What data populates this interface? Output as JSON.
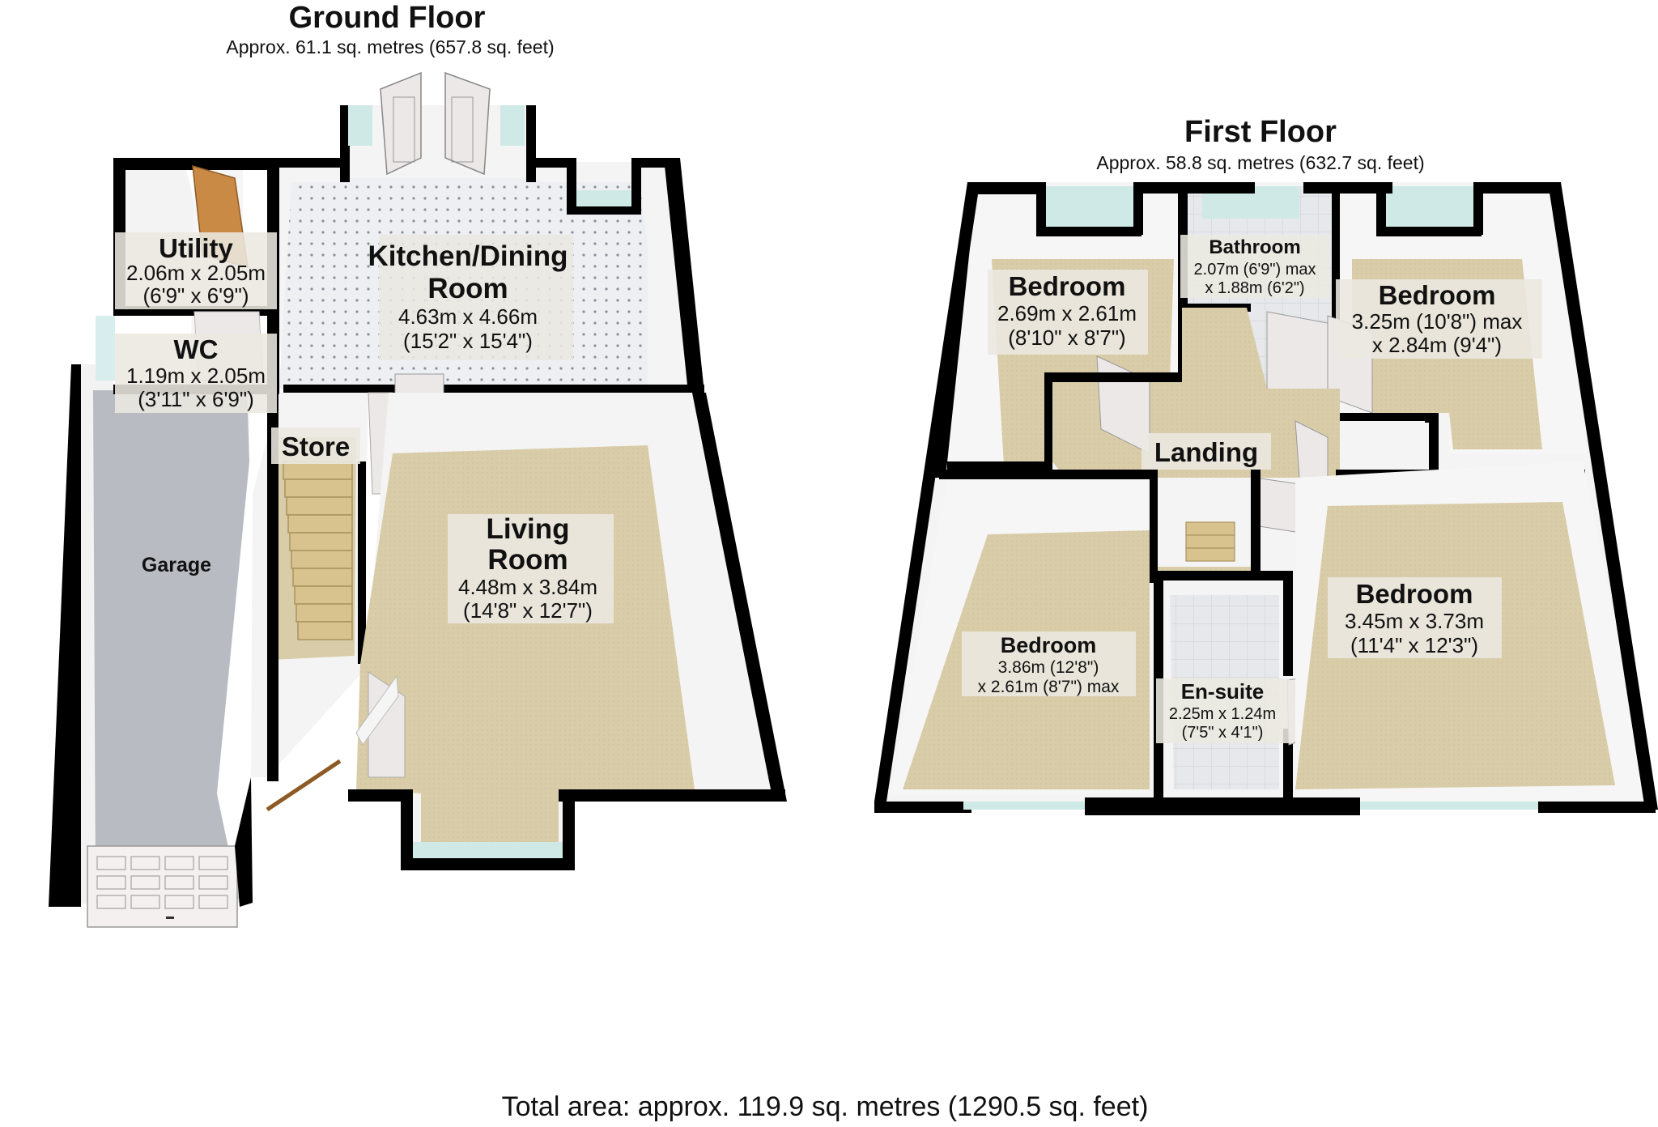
{
  "ground_floor": {
    "title": "Ground Floor",
    "area": "Approx. 61.1 sq. metres (657.8 sq. feet)",
    "rooms": {
      "utility": {
        "name": "Utility",
        "dim1": "2.06m x 2.05m",
        "dim2": "(6'9\" x 6'9\")"
      },
      "wc": {
        "name": "WC",
        "dim1": "1.19m x 2.05m",
        "dim2": "(3'11\" x 6'9\")"
      },
      "kitchen": {
        "name1": "Kitchen/Dining",
        "name2": "Room",
        "dim1": "4.63m x 4.66m",
        "dim2": "(15'2\" x 15'4\")"
      },
      "store": {
        "name": "Store"
      },
      "garage": {
        "name": "Garage"
      },
      "living": {
        "name1": "Living",
        "name2": "Room",
        "dim1": "4.48m x 3.84m",
        "dim2": "(14'8\" x 12'7\")"
      }
    }
  },
  "first_floor": {
    "title": "First Floor",
    "area": "Approx. 58.8 sq. metres (632.7 sq. feet)",
    "rooms": {
      "bedroom_nw": {
        "name": "Bedroom",
        "dim1": "2.69m x 2.61m",
        "dim2": "(8'10\" x 8'7\")"
      },
      "bathroom": {
        "name": "Bathroom",
        "dim1": "2.07m (6'9\") max",
        "dim2": "x 1.88m (6'2\")"
      },
      "bedroom_ne": {
        "name": "Bedroom",
        "dim1": "3.25m (10'8\") max",
        "dim2": "x 2.84m (9'4\")"
      },
      "landing": {
        "name": "Landing"
      },
      "bedroom_sw": {
        "name": "Bedroom",
        "dim1": "3.86m (12'8\")",
        "dim2": "x 2.61m (8'7\") max"
      },
      "ensuite": {
        "name": "En-suite",
        "dim1": "2.25m x 1.24m",
        "dim2": "(7'5\" x 4'1\")"
      },
      "bedroom_se": {
        "name": "Bedroom",
        "dim1": "3.45m x 3.73m",
        "dim2": "(11'4\" x 12'3\")"
      }
    }
  },
  "total_area": "Total area: approx. 119.9 sq. metres (1290.5 sq. feet)",
  "colors": {
    "wall": "#000000",
    "wall_inner": "#f4f4f4",
    "carpet": "#d8cba6",
    "tile_floor": "#e3e6ea",
    "garage_floor": "#b9bcc2",
    "window_glass": "#cfe9e6",
    "door": "#ede8e8",
    "wood_door": "#c98a45",
    "label_box": "#ebe8e0"
  }
}
